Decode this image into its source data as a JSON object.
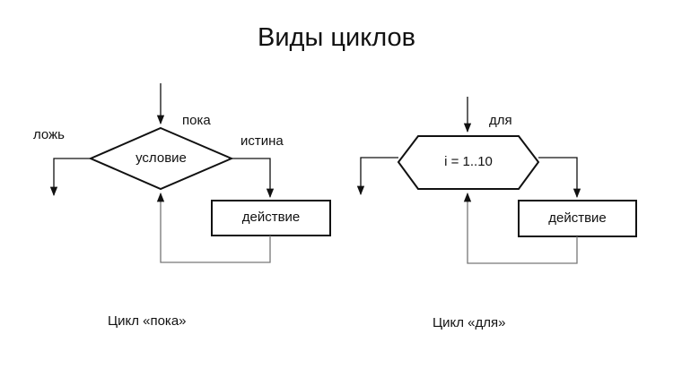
{
  "title": "Виды циклов",
  "colors": {
    "stroke": "#111111",
    "loop_line": "#777777",
    "text": "#111111"
  },
  "while_loop": {
    "label_entry": "пока",
    "label_false": "ложь",
    "label_true": "истина",
    "condition": "условие",
    "action": "действие",
    "caption": "Цикл «пока»"
  },
  "for_loop": {
    "label_entry": "для",
    "condition": "i = 1..10",
    "action": "действие",
    "caption": "Цикл «для»"
  }
}
